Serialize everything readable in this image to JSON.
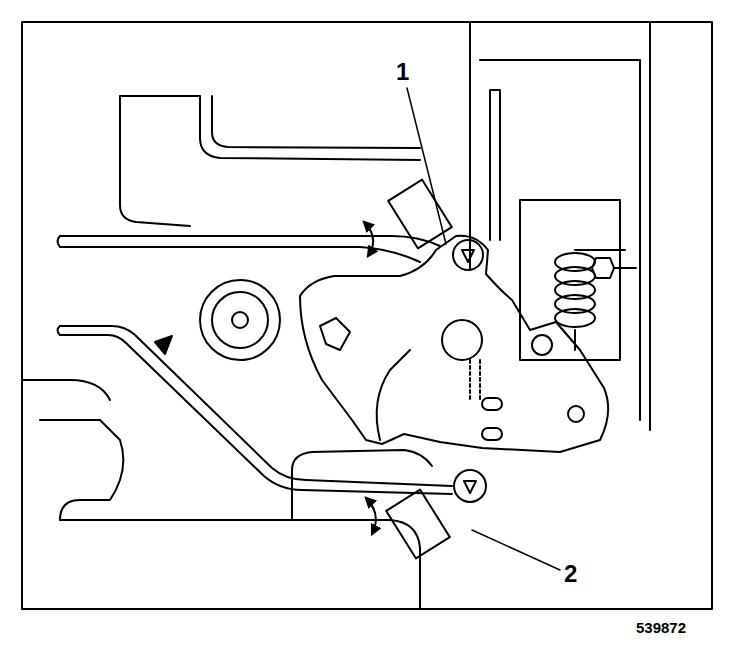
{
  "diagram": {
    "labels": [
      "1",
      "2",
      "539872"
    ]
  }
}
